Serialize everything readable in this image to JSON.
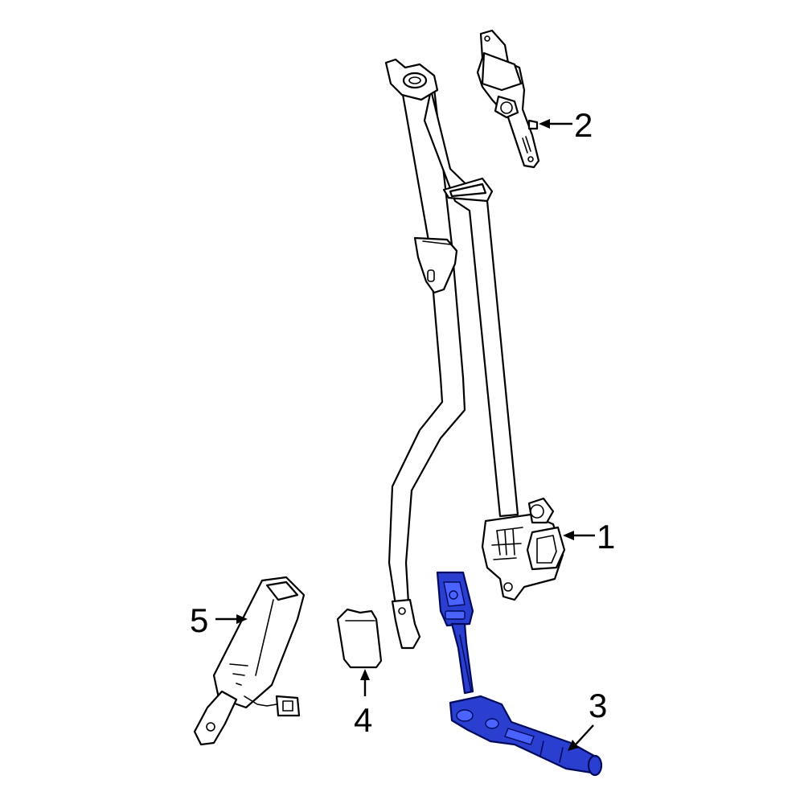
{
  "callouts": [
    {
      "id": "1",
      "label": "1"
    },
    {
      "id": "2",
      "label": "2"
    },
    {
      "id": "3",
      "label": "3"
    },
    {
      "id": "4",
      "label": "4"
    },
    {
      "id": "5",
      "label": "5"
    }
  ],
  "colors": {
    "highlight": "#2a3fd0",
    "line": "#000000",
    "background": "#ffffff"
  },
  "highlighted_part": "3"
}
